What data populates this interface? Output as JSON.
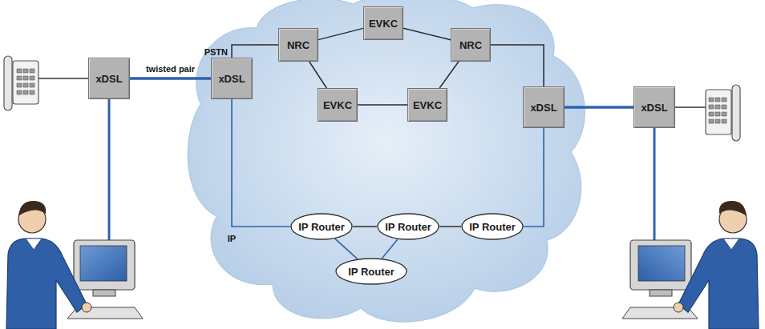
{
  "diagram": {
    "nodes": [
      {
        "text": [
          "xDSL"
        ]
      },
      {
        "text": [
          "xDSL"
        ]
      },
      {
        "text": [
          "NRC"
        ]
      },
      {
        "text": [
          "EVKC"
        ]
      },
      {
        "text": [
          "NRC"
        ]
      },
      {
        "text": [
          "EVKC"
        ]
      },
      {
        "text": [
          "EVKC"
        ]
      },
      {
        "text": [
          "xDSL"
        ]
      },
      {
        "text": [
          "xDSL"
        ]
      },
      {
        "text": [
          "IP Router"
        ]
      },
      {
        "text": [
          "IP Router"
        ]
      },
      {
        "text": [
          "IP Router"
        ]
      },
      {
        "text": [
          "IP Router"
        ]
      }
    ],
    "edges": [
      {
        "from": 0,
        "to": 1,
        "label": "twisted pair",
        "arrow": "none"
      },
      {
        "from": 1,
        "to": 2,
        "label": "PSTN",
        "arrow": "none"
      },
      {
        "from": 2,
        "to": 3,
        "arrow": "none"
      },
      {
        "from": 2,
        "to": 5,
        "arrow": "none"
      },
      {
        "from": 3,
        "to": 4,
        "arrow": "none"
      },
      {
        "from": 5,
        "to": 6,
        "arrow": "none"
      },
      {
        "from": 6,
        "to": 4,
        "arrow": "none"
      },
      {
        "from": 4,
        "to": 7,
        "arrow": "none"
      },
      {
        "from": 7,
        "to": 8,
        "arrow": "none"
      },
      {
        "from": 1,
        "to": 9,
        "label": "IP",
        "arrow": "none"
      },
      {
        "from": 9,
        "to": 10,
        "arrow": "none"
      },
      {
        "from": 10,
        "to": 11,
        "arrow": "none"
      },
      {
        "from": 9,
        "to": 12,
        "arrow": "none"
      },
      {
        "from": 10,
        "to": 12,
        "arrow": "none"
      },
      {
        "from": 11,
        "to": 7,
        "arrow": "none"
      }
    ]
  }
}
